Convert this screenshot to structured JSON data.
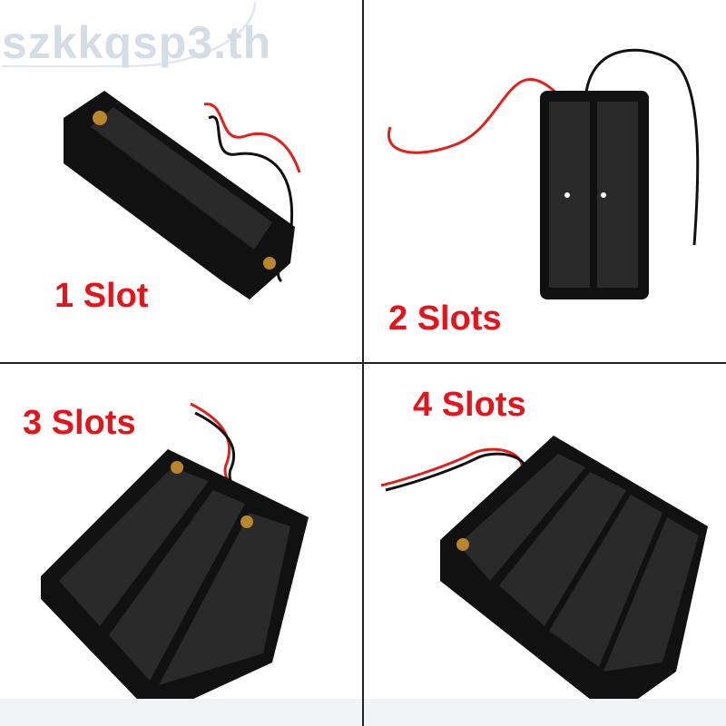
{
  "watermark": "szkkqsp3.th",
  "panels": [
    {
      "label": "1 Slot"
    },
    {
      "label": "2 Slots"
    },
    {
      "label": "3 Slots"
    },
    {
      "label": "4 Slots"
    }
  ],
  "colors": {
    "label": "#e3141b",
    "holder": "#111111",
    "wire_red": "#e0201a",
    "wire_black": "#111111",
    "divider": "#222222"
  }
}
